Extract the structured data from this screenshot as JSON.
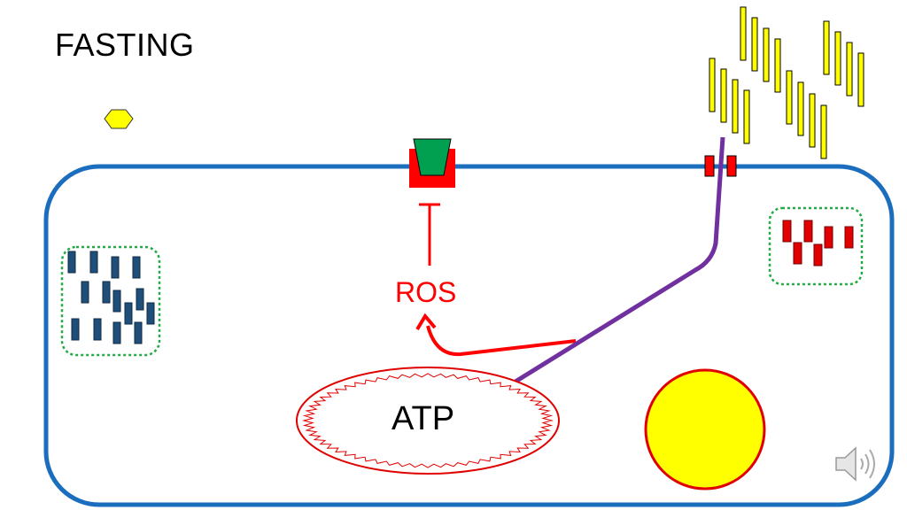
{
  "slide": {
    "title": "FASTING"
  },
  "labels": {
    "ros": "ROS",
    "atp": "ATP"
  },
  "colors": {
    "membrane": "#1a6ebd",
    "ros": "#ff0000",
    "pathway": "#7030a0",
    "granule_dark": "#1f4e79",
    "granule_red": "#e00000",
    "vesicle_border": "#22aa44",
    "yellow": "#ffff00",
    "receptor_ligand": "#00a050"
  },
  "icons": {
    "speaker": "speaker-icon"
  }
}
